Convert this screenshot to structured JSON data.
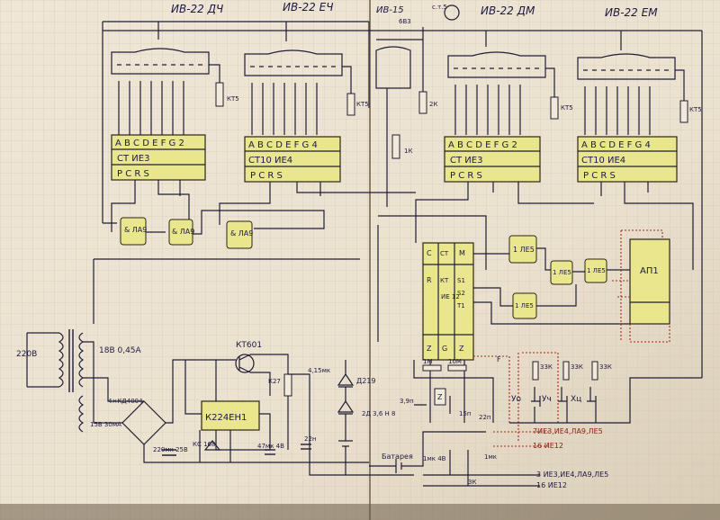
{
  "title_labels": {
    "tube1": "ИВ-22 ДЧ",
    "tube2": "ИВ-22 ЕЧ",
    "tube3": "ИВ-15",
    "tube4": "ИВ-22 ДМ",
    "tube5": "ИВ-22 ЕМ",
    "neon": "6В3",
    "neon_sub": "с.т.5"
  },
  "counters": [
    {
      "row1": "A B C D E F G 2",
      "row2": "СТ  ИЕ3",
      "row3": "P  C  R  S"
    },
    {
      "row1": "A B C D E F G 4",
      "row2": "СТ10  ИЕ4",
      "row3": "P  C  R  S"
    },
    {
      "row1": "A B C D E F G 2",
      "row2": "СТ  ИЕ3",
      "row3": "P  C  R  S"
    },
    {
      "row1": "A B C D E F G 4",
      "row2": "СТ10  ИЕ4",
      "row3": "P  C  R  S"
    }
  ],
  "gates": {
    "g1": "& ЛА9",
    "g2": "& ЛА9",
    "g3": "& ЛА9",
    "g4": "1 ЛЕ5",
    "g5": "1 ЛЕ5",
    "g6": "1 ЛЕ5",
    "g7": "1 ЛЕ5"
  },
  "main_chip": {
    "c": "C",
    "ct": "СТ",
    "m": "M",
    "r": "R",
    "kt": "КТ",
    "ie12": "ИЕ 12",
    "s1": "S1",
    "s2": "S2",
    "t1": "T1",
    "z": "Z",
    "g": "G",
    "z2": "Z"
  },
  "ap1": "АП1",
  "regulator": "К224ЕН1",
  "transistor": "КТ601",
  "resistors": {
    "r1": "КТ5",
    "r2": "КТ5",
    "r3": "2К",
    "r4": "1К",
    "r5": "КТ5",
    "r6": "КТ5",
    "r7": "К27",
    "r8": "1М",
    "r9": "10М",
    "r10": "33К",
    "r11": "33К",
    "r12": "33К",
    "r13": "3К"
  },
  "power": {
    "mains": "220В",
    "trafo_out": "18В 0,45А",
    "diodes": "4×КД4004",
    "aux": "15В 30мА",
    "cap1": "220мк 25В",
    "zener": "КС 168",
    "cap2": "47мк 4В",
    "cap3": "22н",
    "choke": "4,15мк",
    "diode1": "Д219",
    "diode2": "2Д 3,6 Н 8",
    "battery": "Батарея",
    "cap4": "1мк 4В",
    "cap5": "1мк",
    "xtal_cap": "3,9п",
    "crystal": "Z",
    "cap6": "15п",
    "cap7": "22п"
  },
  "buttons": {
    "b1": "Уо",
    "b2": "Уч",
    "b3": "Хц"
  },
  "bus_labels": {
    "l1": "7ИЕ3,ИЕ4,ЛА9,ЛЕ5",
    "l2": "16 ИЕ12",
    "l3": "3 ИЕ3,ИЕ4,ЛА9,ЛЕ5",
    "l4": "16 ИЕ12"
  },
  "misc": {
    "pinF": "F"
  }
}
